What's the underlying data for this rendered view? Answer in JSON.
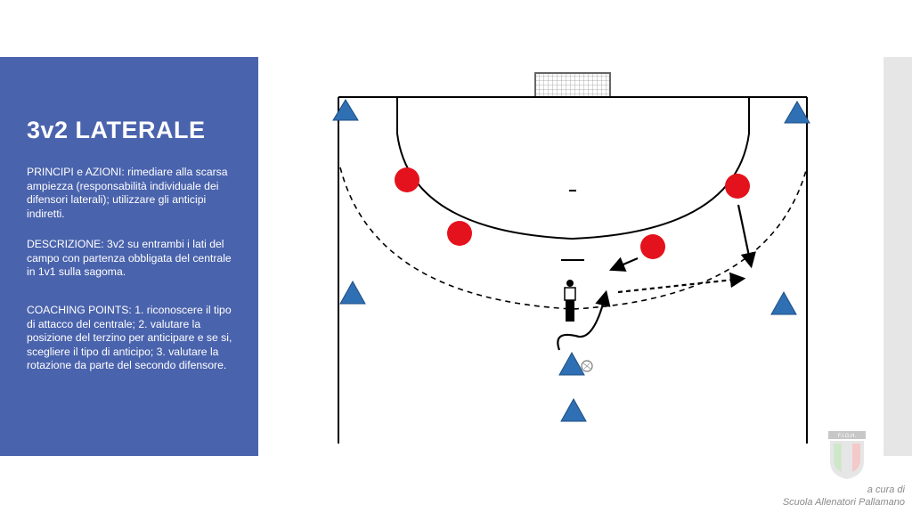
{
  "slide": {
    "title": "3v2 LATERALE",
    "principi": "PRINCIPI e AZIONI: rimediare alla scarsa ampiezza (responsabilità individuale dei difensori laterali); utilizzare gli anticipi indiretti.",
    "descrizione": "DESCRIZIONE: 3v2 su entrambi i lati del campo con partenza obbligata del centrale in 1v1 sulla sagoma.",
    "coaching": "COACHING POINTS: 1. riconoscere il tipo di attacco del centrale; 2. valutare la posizione del terzino per anticipare e se si, scegliere il tipo di anticipo; 3. valutare la rotazione da parte del secondo difensore."
  },
  "footer": {
    "logo_text": "F.I.G.H.",
    "credit_line1": "a cura di",
    "credit_line2": "Scuola Allenatori Pallamano"
  },
  "colors": {
    "panel": "#4a63ad",
    "attacker": "#2f6fb3",
    "defender": "#e4121c"
  },
  "diagram": {
    "attackers": 6,
    "defenders": 4,
    "icons": [
      "goal-icon",
      "attacker-triangle-icon",
      "defender-circle-icon",
      "dummy-figure-icon",
      "ball-icon"
    ]
  }
}
